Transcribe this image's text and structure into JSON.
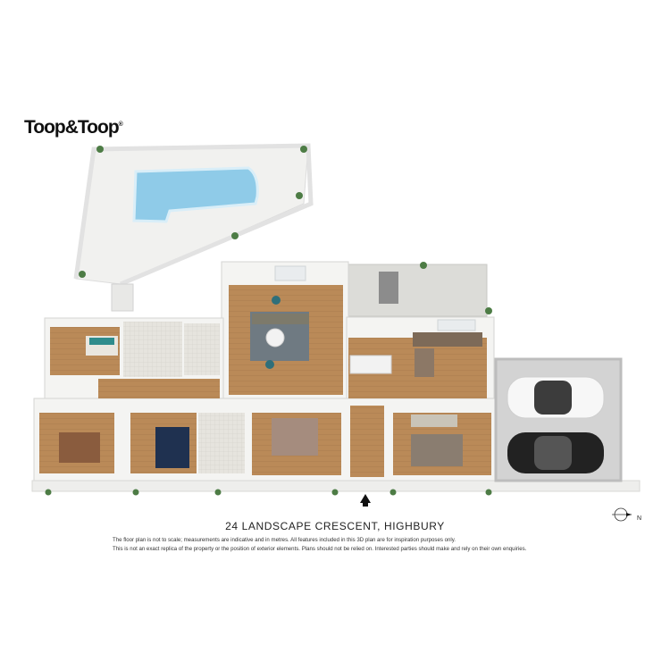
{
  "brand": {
    "logo_text": "Toop&Toop",
    "logo_mark": "®"
  },
  "property": {
    "address": "24 LANDSCAPE CRESCENT, HIGHBURY"
  },
  "disclaimer": {
    "line1": "The floor plan is not to scale; measurements are indicative and in metres. All features included in this 3D plan are for inspiration purposes only.",
    "line2": "This is not an exact replica of the property or the position of exterior elements. Plans should not be relied on. Interested parties should make and rely on their own enquiries."
  },
  "compass": {
    "label": "N"
  },
  "colors": {
    "timber_floor": "#b98a57",
    "tile_floor": "#e4e2dc",
    "pool_water": "#8fcbe8",
    "wall": "#f4f4f2",
    "deck": "#dcdcd8",
    "garage_floor": "#d3d3d3"
  }
}
